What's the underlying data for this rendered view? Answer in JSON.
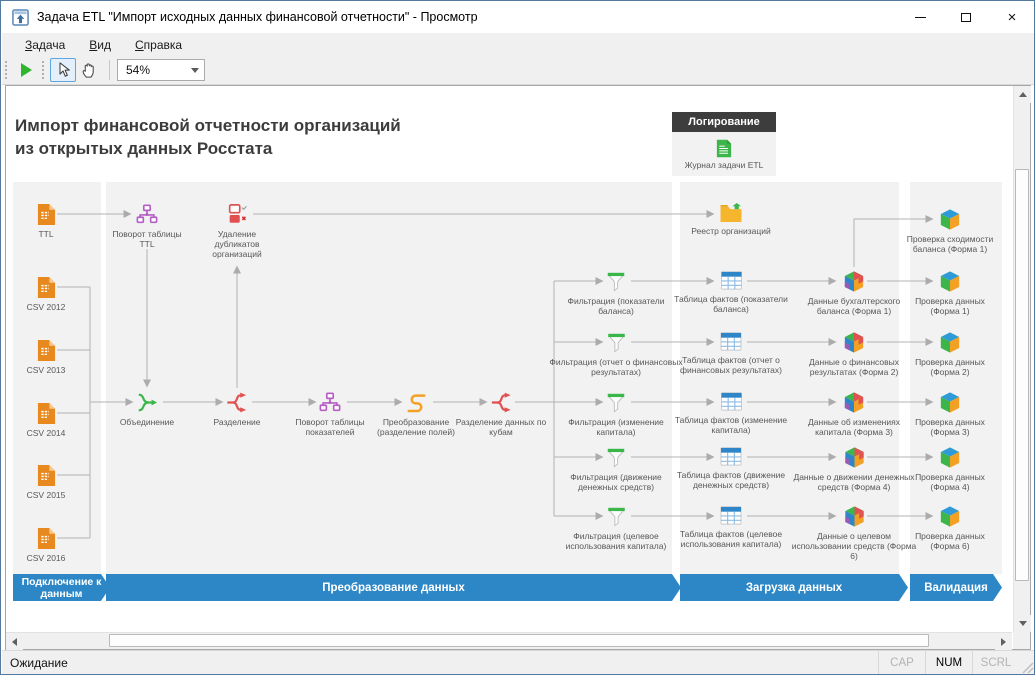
{
  "window": {
    "title": "Задача ETL \"Импорт исходных данных финансовой отчетности\" - Просмотр",
    "menu": [
      {
        "label": "Задача"
      },
      {
        "label": "Вид"
      },
      {
        "label": "Справка"
      }
    ],
    "toolbar": {
      "zoom_value": "54%"
    },
    "statusbar": {
      "status": "Ожидание",
      "keys": [
        {
          "label": "CAP",
          "active": false
        },
        {
          "label": "NUM",
          "active": true
        },
        {
          "label": "SCRL",
          "active": false
        }
      ]
    }
  },
  "icons": {
    "app": "window-with-up-arrow",
    "minimize": "horizontal-line",
    "maximize": "square-outline",
    "close": "×",
    "run": "green-play-triangle",
    "select_tool": "cursor-arrow",
    "pan_tool": "hand",
    "zoom_dropdown": "caret-down"
  },
  "diagram": {
    "title_lines": [
      "Импорт финансовой отчетности организаций",
      "из открытых данных Росстата"
    ],
    "logging": {
      "header": "Логирование",
      "journal": "Журнал задачи ETL"
    },
    "stages": [
      {
        "label": "Подключение к данным"
      },
      {
        "label": "Преобразование данных"
      },
      {
        "label": "Загрузка данных"
      },
      {
        "label": "Валидация"
      }
    ],
    "nodes": {
      "ttl": "TTL",
      "csv2012": "CSV 2012",
      "csv2013": "CSV 2013",
      "csv2014": "CSV 2014",
      "csv2015": "CSV 2015",
      "csv2016": "CSV 2016",
      "pivot_ttl": "Поворот таблицы TTL",
      "dedup": "Удаление дубликатов организаций",
      "merge": "Объединение",
      "split": "Разделение",
      "pivot_ind": "Поворот таблицы показателей",
      "transform": "Преобразование (разделение полей)",
      "split_cubes": "Разделение данных по кубам",
      "filter1": "Фильтрация (показатели баланса)",
      "filter2": "Фильтрация (отчет о финансовых результатах)",
      "filter3": "Фильтрация (изменение капитала)",
      "filter4": "Фильтрация (движение денежных средств)",
      "filter5": "Фильтрация (целевое использования капитала)",
      "registry": "Реестр организаций",
      "fact1": "Таблица фактов (показатели баланса)",
      "fact2": "Таблица фактов (отчет о финансовых результатах)",
      "fact3": "Таблица фактов (изменение капитала)",
      "fact4": "Таблица фактов (движение денежных средств)",
      "fact5": "Таблица фактов (целевое использования капитала)",
      "cube1": "Данные бухгалтерского баланса (Форма 1)",
      "cube2": "Данные о финансовых результатах (Форма 2)",
      "cube3": "Данные об изменениях капитала (Форма 3)",
      "cube4": "Данные о движении денежных средств (Форма 4)",
      "cube5": "Данные о целевом использовании средств (Форма 6)",
      "check_balance": "Проверка сходимости баланса (Форма 1)",
      "check1": "Проверка данных (Форма 1)",
      "check2": "Проверка данных (Форма 2)",
      "check3": "Проверка данных (Форма 3)",
      "check4": "Проверка данных (Форма 4)",
      "check5": "Проверка данных (Форма 6)"
    },
    "colors": {
      "stage_band": "#2D87C6",
      "panel": "#F2F2F2",
      "source_orange": "#E8891F",
      "green": "#3CB54A",
      "red": "#E05252",
      "purple": "#B55FC5",
      "table_blue": "#2E86C8",
      "folder_yellow": "#F5B62E",
      "transform_orange": "#F2A124"
    }
  }
}
